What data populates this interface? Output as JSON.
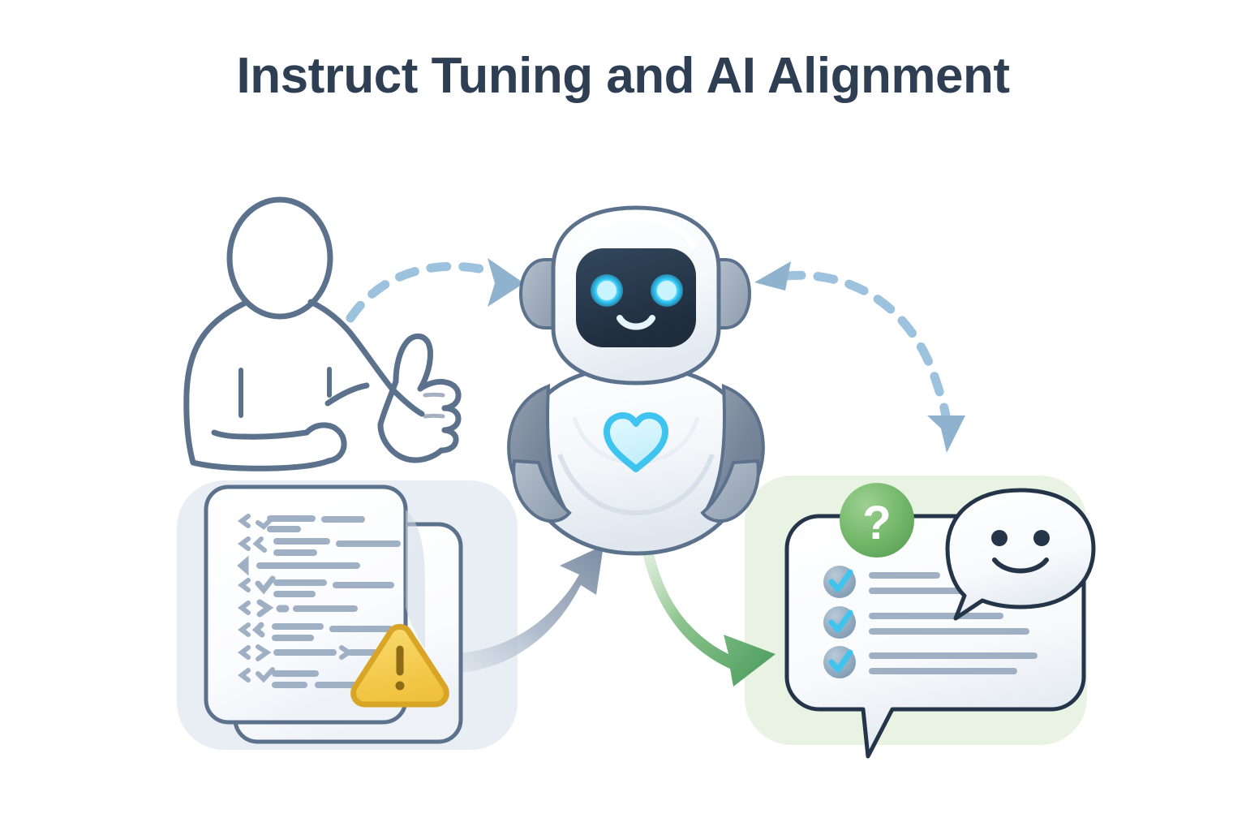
{
  "page": {
    "title": "Instruct Tuning and AI Alignment",
    "background_color": "#ffffff",
    "title_color": "#2e3f53"
  },
  "palette": {
    "slate_outline": "#5b718c",
    "dark_navy": "#253549",
    "robot_face": "#27384c",
    "eye_cyan": "#2ec6f5",
    "eye_core": "#bff0ff",
    "heart_cyan": "#3fc4f0",
    "heart_fill": "#ccf3fb",
    "gray_metal": "#7d8b9c",
    "light_gray": "#aeb9c6",
    "panel_blue": "#e9eef5",
    "panel_green": "#e9f3e4",
    "arrow_dashed": "#9dc2dd",
    "arrow_head_blue": "#8fb2cf",
    "arrow_gray": "#8f9fb3",
    "arrow_green": "#4fa361",
    "badge_green": "#74b86a",
    "warning_yellow": "#f5cb4e",
    "warning_border": "#d9a526",
    "text_line": "#9fb0c4",
    "check_circle": "#8fa8bd",
    "check_mark": "#3fc4f0"
  },
  "scene": {
    "human": {
      "name": "Human giving approval",
      "gesture": "thumbs-up",
      "style": "outline"
    },
    "robot": {
      "name": "AI assistant robot",
      "expression": "smiling",
      "emblem": "heart",
      "eyes": 2
    },
    "arrows": [
      {
        "id": "human-to-robot",
        "style": "dashed",
        "direction": "right",
        "color": "#9dc2dd"
      },
      {
        "id": "robot-to-output",
        "style": "dashed",
        "direction": "down-and-left",
        "color": "#9dc2dd"
      },
      {
        "id": "instructions-to-robot",
        "style": "solid",
        "direction": "up-right",
        "color": "#8f9fb3"
      },
      {
        "id": "robot-to-response",
        "style": "solid",
        "direction": "down-right",
        "color": "#4fa361"
      }
    ],
    "input_panel": {
      "name": "Instruction dataset documents",
      "background": "#e9eef5",
      "document_count": 2,
      "rows": [
        {
          "markers": [
            "chevron-left",
            "check"
          ],
          "bars": [
            52,
            34,
            46
          ]
        },
        {
          "markers": [
            "chevron-left",
            "check"
          ],
          "bars": [
            62,
            46,
            72
          ]
        },
        {
          "markers": [
            "chevron-left-filled"
          ],
          "bars": [
            120
          ]
        },
        {
          "markers": [
            "chevron-left",
            "check"
          ],
          "bars": [
            58,
            44,
            68
          ]
        },
        {
          "markers": [
            "chevron-left",
            "chevron-right"
          ],
          "bars": [
            14,
            78
          ]
        },
        {
          "markers": [
            "chevron-left",
            "chevron-small"
          ],
          "bars": [
            56,
            44,
            70
          ]
        },
        {
          "markers": [
            "chevron-left",
            "chevron-right"
          ],
          "bars": [
            70,
            44
          ]
        },
        {
          "markers": [
            "chevron-left",
            "check"
          ],
          "bars": [
            50,
            36,
            44
          ]
        }
      ],
      "warning_badge": {
        "icon": "warning-triangle",
        "glyph": "!",
        "fill": "#f5cb4e"
      }
    },
    "output_panel": {
      "name": "Aligned helpful response",
      "background": "#e9f3e4",
      "question_badge": {
        "icon": "question-badge",
        "glyph": "?",
        "fill": "#74b86a"
      },
      "checklist": [
        {
          "checked": true,
          "bars": [
            130,
            190
          ]
        },
        {
          "checked": true,
          "bars": [
            205,
            255
          ]
        },
        {
          "checked": true,
          "bars": [
            250,
            230
          ]
        }
      ],
      "smiley_bubble": {
        "icon": "smiley-speech-bubble",
        "eyes": 2,
        "mouth": "smile"
      }
    }
  }
}
